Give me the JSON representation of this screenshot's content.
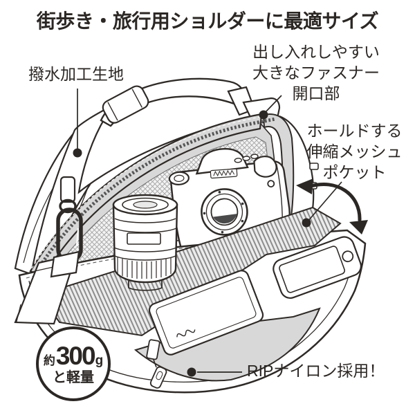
{
  "title": "街歩き・旅行用ショルダーに最適サイズ",
  "labels": {
    "water_repellent": "撥水加工生地",
    "zipper_opening": [
      "出し入れしやすい",
      "大きなファスナー",
      "開口部"
    ],
    "mesh_pocket": [
      "ホールドする",
      "伸縮メッシュ",
      "ポケット"
    ],
    "rip_nylon": "RIPナイロン採用！",
    "weight": {
      "about": "約",
      "grams": "300",
      "unit": "g",
      "light": "と軽量"
    }
  },
  "colors": {
    "ink": "#2b2724",
    "shade_gray": "#d8d8d8",
    "background": "#ffffff"
  },
  "illustration_parts": [
    "shoulder-bag",
    "top-handle",
    "zipper-rim",
    "interior-mesh-panel",
    "dslr-camera-body",
    "camera-lens",
    "stretch-mesh-pocket",
    "smartphone",
    "notebook",
    "shoulder-strap",
    "carabiner-clip",
    "zipper-pull",
    "swing-arrow"
  ]
}
